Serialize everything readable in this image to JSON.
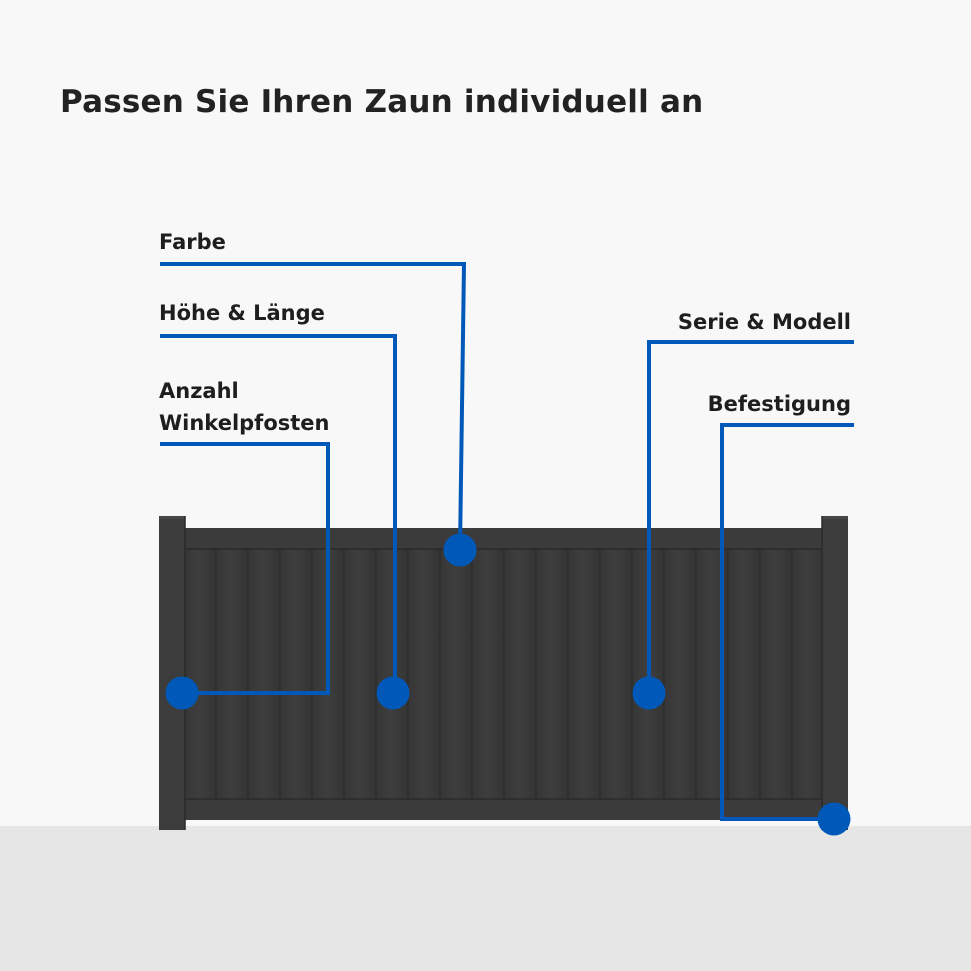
{
  "title": "Passen Sie Ihren Zaun individuell an",
  "labels": {
    "farbe": "Farbe",
    "hoehe_laenge": "Höhe & Länge",
    "winkelpfosten_line1": "Anzahl",
    "winkelpfosten_line2": "Winkelpfosten",
    "serie_modell": "Serie & Modell",
    "befestigung": "Befestigung"
  },
  "colors": {
    "background": "#f8f8f8",
    "ground": "#e6e6e6",
    "accent_blue": "#0059b8",
    "fence_dark": "#3a3a3a",
    "title_text": "#222222"
  }
}
